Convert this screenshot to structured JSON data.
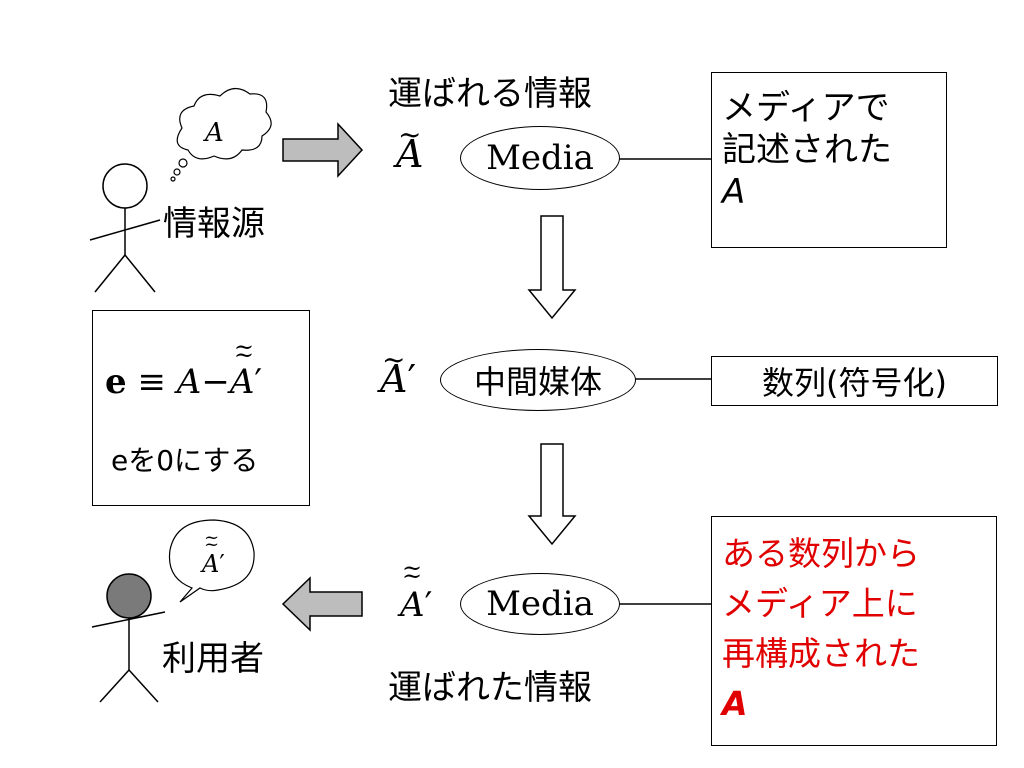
{
  "top": {
    "carried_label": "運ばれる情報",
    "symbol": "A",
    "media_label": "Media",
    "desc_line1": "メディアで",
    "desc_line2": "記述された",
    "desc_line3": "A"
  },
  "source": {
    "thought": "A",
    "label": "情報源"
  },
  "middle": {
    "media_label": "中間媒体",
    "desc": "数列(符号化)"
  },
  "error_box": {
    "lhs": "e",
    "equiv": "≡",
    "a": "A",
    "minus": "−",
    "a2": "A",
    "prime": "′",
    "caption": "eを0にする"
  },
  "bottom": {
    "media_label": "Media",
    "carried_label": "運ばれた情報",
    "desc_line1": "ある数列から",
    "desc_line2": "メディア上に",
    "desc_line3": "再構成された",
    "desc_line4": "A",
    "accent_color": "#e00000"
  },
  "user": {
    "thought": "A",
    "prime": "′",
    "label": "利用者"
  }
}
